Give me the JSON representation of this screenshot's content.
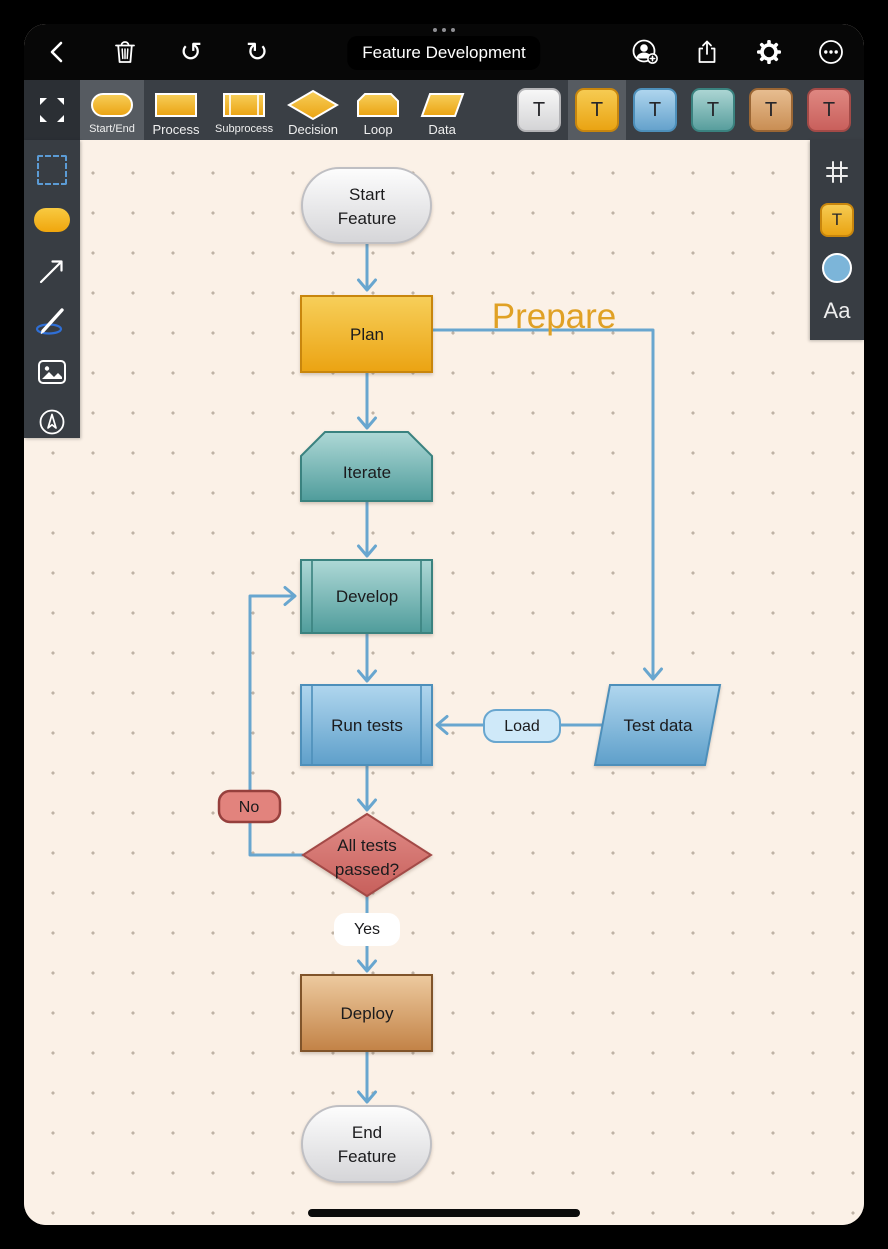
{
  "navbar": {
    "title": "Feature Development",
    "left_icons": [
      "back",
      "trash",
      "undo",
      "redo"
    ],
    "right_icons": [
      "add-collaborator",
      "share",
      "settings",
      "more"
    ]
  },
  "shape_toolbar": {
    "items": [
      {
        "label": "Start/End",
        "shape": "terminator",
        "selected": true
      },
      {
        "label": "Process",
        "shape": "rectangle",
        "selected": false
      },
      {
        "label": "Subprocess",
        "shape": "subprocess",
        "selected": false
      },
      {
        "label": "Decision",
        "shape": "diamond",
        "selected": false
      },
      {
        "label": "Loop",
        "shape": "loop-limit",
        "selected": false
      },
      {
        "label": "Data",
        "shape": "parallelogram",
        "selected": false
      }
    ]
  },
  "style_swatches": {
    "items": [
      {
        "label": "T",
        "name": "white",
        "selected": false
      },
      {
        "label": "T",
        "name": "yellow",
        "selected": true
      },
      {
        "label": "T",
        "name": "blue",
        "selected": false
      },
      {
        "label": "T",
        "name": "teal",
        "selected": false
      },
      {
        "label": "T",
        "name": "tan",
        "selected": false
      },
      {
        "label": "T",
        "name": "red",
        "selected": false
      }
    ]
  },
  "left_sidebar": {
    "tools": [
      "expand",
      "marquee-select",
      "shape",
      "arrow",
      "pen",
      "image",
      "pointer"
    ]
  },
  "right_panel": {
    "tools": [
      "grid",
      "text-style",
      "fill-color",
      "font"
    ],
    "text_style_label": "T",
    "font_label": "Aa"
  },
  "canvas": {
    "nodes": [
      {
        "id": "start",
        "type": "terminator",
        "label": "Start Feature",
        "line1": "Start",
        "line2": "Feature",
        "color": "gray"
      },
      {
        "id": "plan",
        "type": "process",
        "label": "Plan",
        "color": "yellow"
      },
      {
        "id": "iterate",
        "type": "loop-limit",
        "label": "Iterate",
        "color": "teal"
      },
      {
        "id": "develop",
        "type": "subprocess",
        "label": "Develop",
        "color": "teal"
      },
      {
        "id": "run-tests",
        "type": "subprocess",
        "label": "Run tests",
        "color": "blue"
      },
      {
        "id": "test-data",
        "type": "data",
        "label": "Test data",
        "color": "blue"
      },
      {
        "id": "decision",
        "type": "decision",
        "label": "All tests passed?",
        "line1": "All tests",
        "line2": "passed?",
        "color": "red"
      },
      {
        "id": "deploy",
        "type": "process",
        "label": "Deploy",
        "color": "tan"
      },
      {
        "id": "end",
        "type": "terminator",
        "label": "End Feature",
        "line1": "End",
        "line2": "Feature",
        "color": "gray"
      }
    ],
    "edges": [
      {
        "from": "Start Feature",
        "to": "Plan"
      },
      {
        "from": "Plan",
        "to": "Iterate"
      },
      {
        "from": "Plan",
        "to": "Test data",
        "label": "Prepare"
      },
      {
        "from": "Iterate",
        "to": "Develop"
      },
      {
        "from": "Develop",
        "to": "Run tests"
      },
      {
        "from": "Test data",
        "to": "Run tests",
        "label": "Load"
      },
      {
        "from": "Run tests",
        "to": "All tests passed?"
      },
      {
        "from": "All tests passed?",
        "to": "Develop",
        "label": "No"
      },
      {
        "from": "All tests passed?",
        "to": "Deploy",
        "label": "Yes"
      },
      {
        "from": "Deploy",
        "to": "End Feature"
      }
    ],
    "edge_labels": {
      "prepare": "Prepare",
      "load": "Load",
      "no": "No",
      "yes": "Yes"
    }
  },
  "colors": {
    "connector": "#68a6cf",
    "canvas_bg": "#fbf1e7",
    "prepare_text": "#e0a125",
    "accent_yellow": "#eaa413",
    "teal": "#589e9d",
    "blue": "#65a2cc",
    "red": "#c9605c",
    "tan": "#c98e54"
  }
}
